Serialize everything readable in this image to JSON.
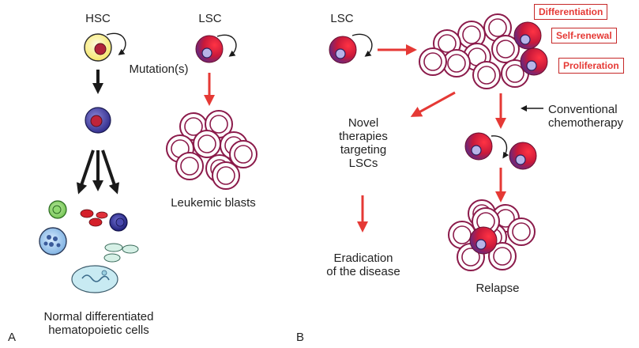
{
  "panel_a": {
    "letter": "A",
    "hsc_label": "HSC",
    "lsc_label": "LSC",
    "mutation_label": "Mutation(s)",
    "blasts_label": "Leukemic blasts",
    "normal_label_line1": "Normal differentiated",
    "normal_label_line2": "hematopoietic cells"
  },
  "panel_b": {
    "letter": "B",
    "lsc_label": "LSC",
    "boxes": [
      "Differentiation",
      "Self-renewal",
      "Proliferation"
    ],
    "novel_lines": [
      "Novel",
      "therapies",
      "targeting",
      "LSCs"
    ],
    "chemo_lines": [
      "Conventional",
      "chemotherapy"
    ],
    "eradication_lines": [
      "Eradication",
      "of the disease"
    ],
    "relapse_label": "Relapse"
  },
  "colors": {
    "arrow_red": "#e53935",
    "arrow_black": "#1a1a1a",
    "cell_outline": "#8b1a4a",
    "lsc_red": "#d81b3c",
    "lsc_purple": "#5b2a86"
  }
}
